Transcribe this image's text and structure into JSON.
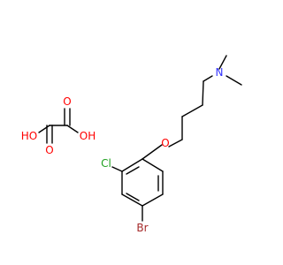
{
  "structure": {
    "atoms": {
      "n": "N",
      "o_ether": "O",
      "cl": "Cl",
      "br": "Br",
      "o_carbonyl_left": "O",
      "o_carbonyl_right": "O",
      "oh_left": "HO",
      "oh_right": "OH"
    },
    "colors": {
      "bond": "#000000",
      "nitrogen": "#3333ff",
      "oxygen": "#ff0000",
      "chlorine": "#1fa01f",
      "bromine": "#a52a2a"
    }
  }
}
